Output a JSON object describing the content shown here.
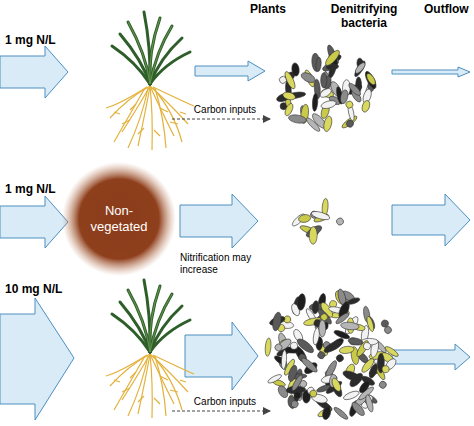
{
  "diagram": {
    "nodes": [
      {
        "text": [
          "Non-vegetated"
        ]
      }
    ],
    "labels": [
      "Plants",
      "Denitrifying bacteria",
      "Outflow",
      "1 mg N/L",
      "Carbon inputs",
      "1 mg N/L",
      "Nitrification may increase",
      "10 mg N/L",
      "Carbon inputs"
    ]
  }
}
